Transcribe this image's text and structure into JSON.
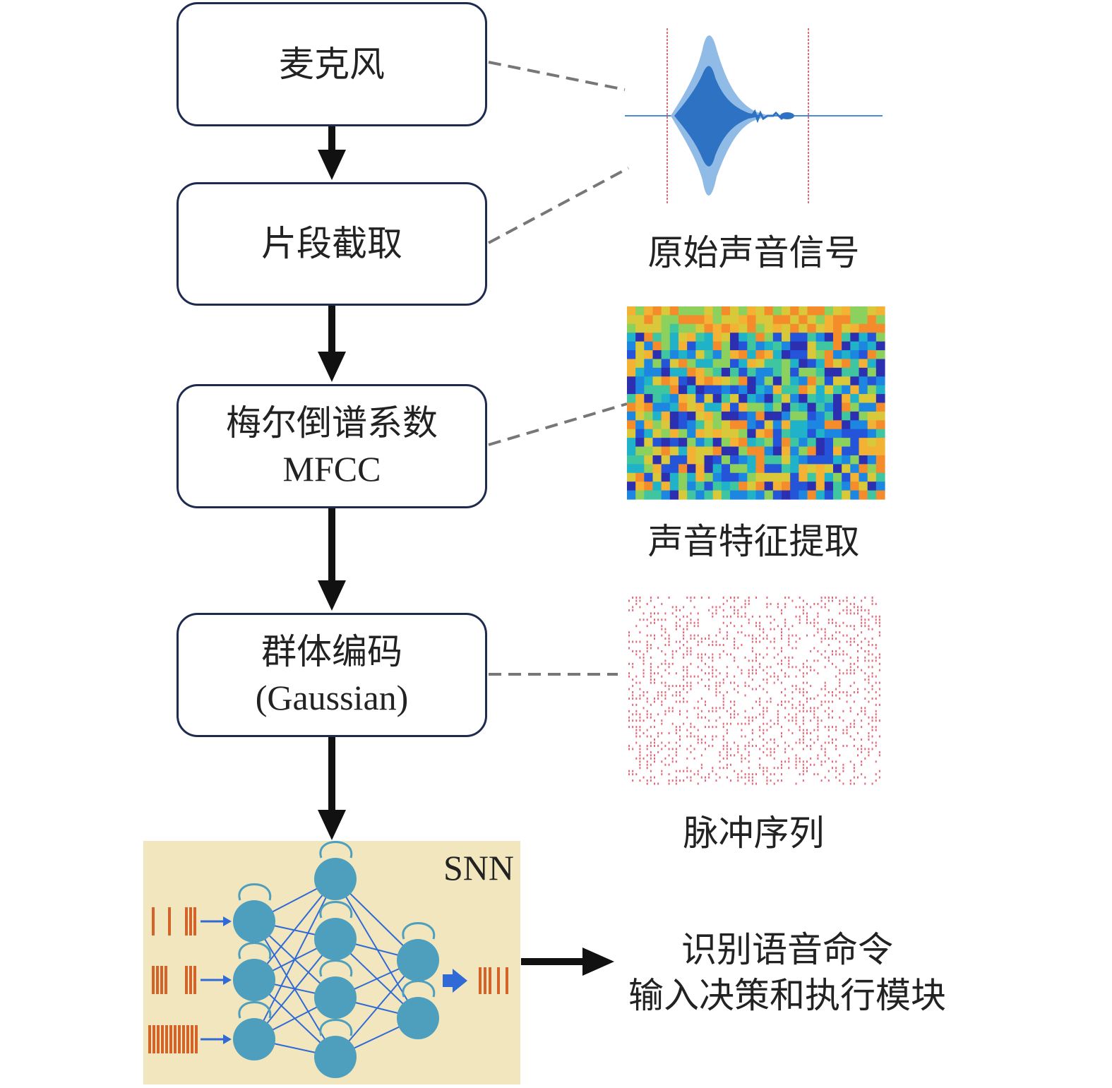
{
  "pipeline": {
    "step1": "麦克风",
    "step2": "片段截取",
    "step3_line1": "梅尔倒谱系数",
    "step3_line2": "MFCC",
    "step4_line1": "群体编码",
    "step4_line2": "(Gaussian)"
  },
  "captions": {
    "raw_signal": "原始声音信号",
    "feature": "声音特征提取",
    "spikes": "脉冲序列"
  },
  "snn": {
    "label": "SNN"
  },
  "output": {
    "line1": "识别语音命令",
    "line2": "输入决策和执行模块"
  },
  "colors": {
    "box_border": "#1e2b4f",
    "arrow": "#111111",
    "dashed": "#777777",
    "wave": "#2e72c4",
    "wave_light": "#8fbbe6",
    "marker": "#d9707a",
    "spike": "#e06a7a",
    "snn_bg": "#f1e6bd",
    "neuron": "#4e9fbd",
    "edge": "#2f6ad6",
    "bars": "#d4632a"
  }
}
